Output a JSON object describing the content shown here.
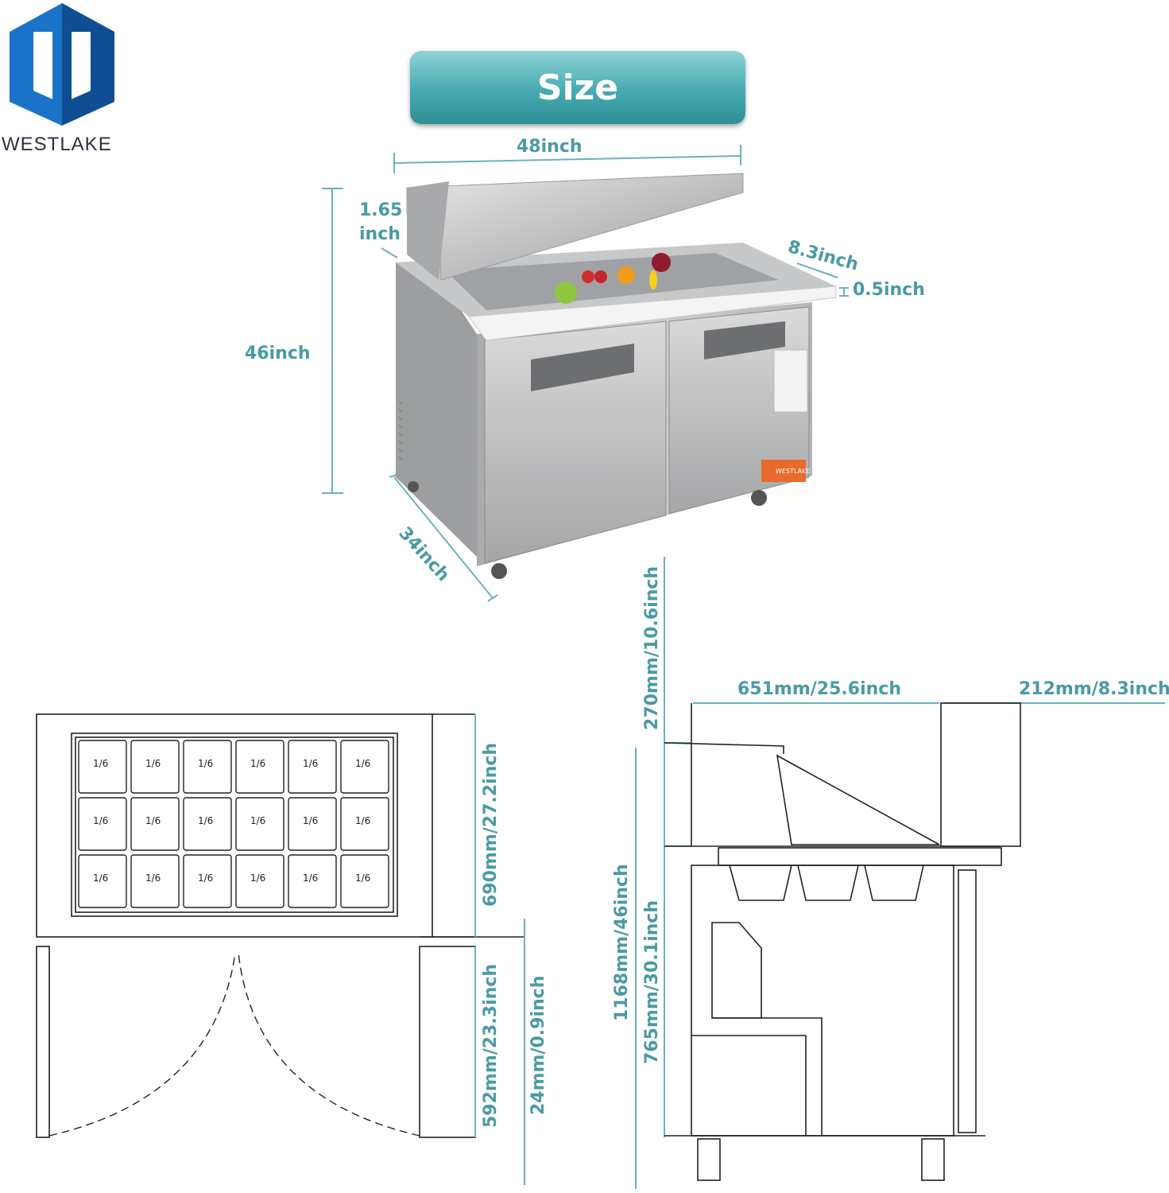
{
  "brand": {
    "name": "WESTLAKE",
    "colors": {
      "logo_blue": "#1a73c9",
      "logo_dark": "#0f4e93",
      "accent_teal": "#4a9aa3"
    }
  },
  "title": "Size",
  "product_dimensions": {
    "width": "48inch",
    "height": "46inch",
    "depth": "34inch",
    "lid_thickness_line1": "1.65",
    "lid_thickness_line2": "inch",
    "board_depth": "8.3inch",
    "board_thickness": "0.5inch"
  },
  "product_label": "WESTLAKE",
  "top_view": {
    "pan_label": "1/6",
    "rows": 3,
    "cols": 6,
    "depth_dim": "690mm/27.2inch",
    "door_dim": "592mm/23.3inch",
    "gap_dim": "24mm/0.9inch"
  },
  "side_view": {
    "lid_height": "270mm/10.6inch",
    "body_depth": "651mm/25.6inch",
    "board_depth": "212mm/8.3inch",
    "total_height": "1168mm/46inch",
    "work_height": "765mm/30.1inch"
  }
}
